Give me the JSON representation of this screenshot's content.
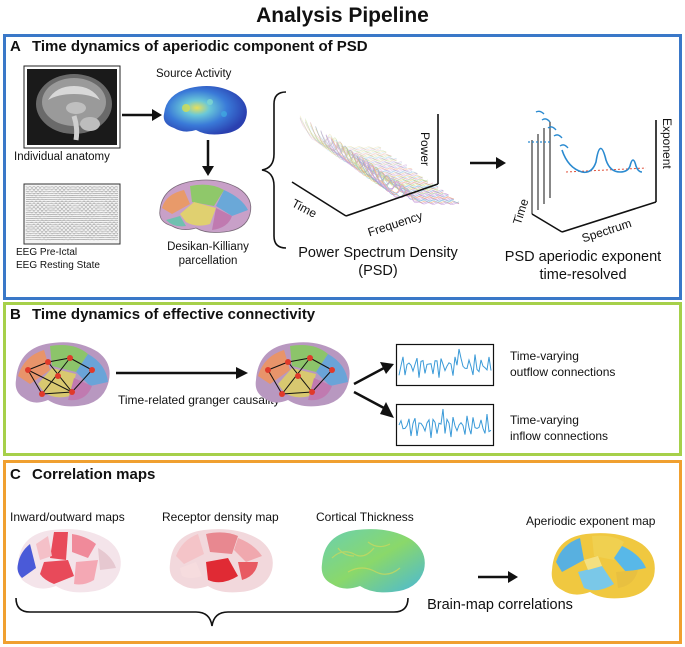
{
  "title": "Analysis Pipeline",
  "colors": {
    "panel_a": "#3a78c8",
    "panel_b": "#a6d04a",
    "panel_c": "#f0a030",
    "curve": "#2a8ad0",
    "fit": "#e0503a"
  },
  "panel_a": {
    "letter": "A",
    "heading": "Time dynamics of aperiodic component of PSD",
    "individual_anatomy": "Individual anatomy",
    "source_activity": "Source Activity",
    "eeg_line1": "EEG Pre-Ictal",
    "eeg_line2": "EEG Resting State",
    "parcellation_line1": "Desikan-Killiany",
    "parcellation_line2": "parcellation",
    "axis_power": "Power",
    "axis_time": "Time",
    "axis_frequency": "Frequency",
    "psd_line1": "Power Spectrum Density",
    "psd_line2": "(PSD)",
    "axis_exponent": "Exponent",
    "axis_time2": "Time",
    "axis_spectrum": "Spectrum",
    "exp_line1": "PSD aperiodic exponent",
    "exp_line2": "time-resolved"
  },
  "panel_b": {
    "letter": "B",
    "heading": "Time dynamics of effective connectivity",
    "granger": "Time-related granger causality",
    "outflow_line1": "Time-varying",
    "outflow_line2": "outflow connections",
    "inflow_line1": "Time-varying",
    "inflow_line2": "inflow connections"
  },
  "panel_c": {
    "letter": "C",
    "heading": "Correlation maps",
    "map1": "Inward/outward maps",
    "map2": "Receptor density map",
    "map3": "Cortical Thickness",
    "map4": "Aperiodic exponent map",
    "brain_corr": "Brain-map correlations"
  }
}
